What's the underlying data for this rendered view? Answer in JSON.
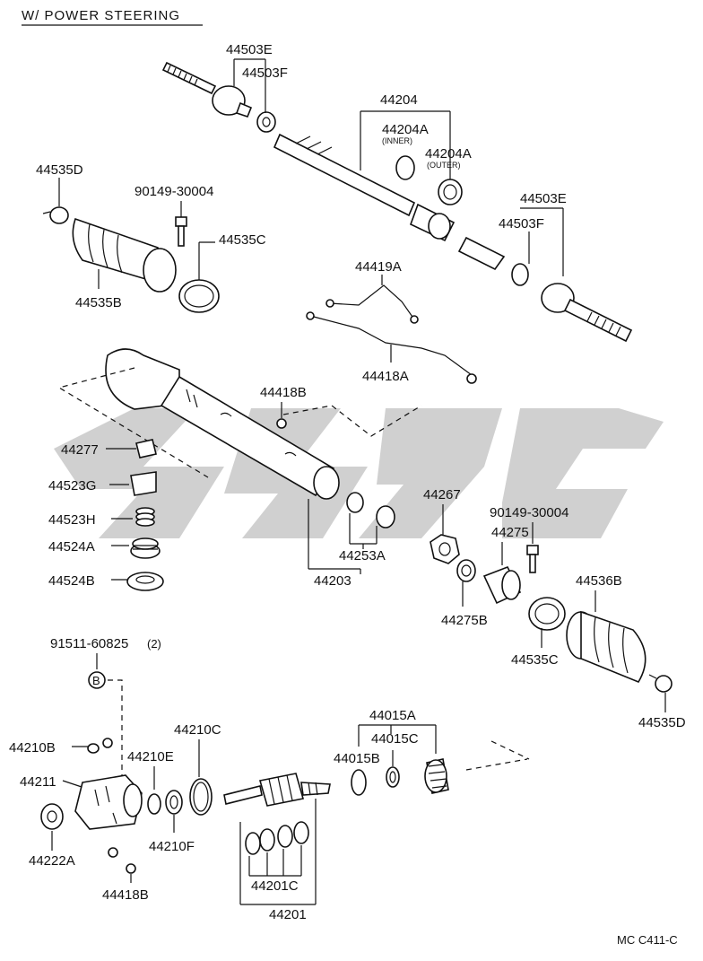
{
  "header": {
    "title": "W/ POWER STEERING"
  },
  "footer": {
    "code": "MC C411-C"
  },
  "watermark": {
    "color": "#c8c8c8"
  },
  "labels": {
    "l44503E_top": "44503E",
    "l44503F_top": "44503F",
    "l44204": "44204",
    "l44204A_inner": "44204A",
    "l_inner": "(INNER)",
    "l44204A_outer": "44204A",
    "l_outer": "(OUTER)",
    "l44535D_top": "44535D",
    "l90149_top": "90149-30004",
    "l44535C_top": "44535C",
    "l44535B": "44535B",
    "l44503E_right": "44503E",
    "l44503F_right": "44503F",
    "l44419A": "44419A",
    "l44418A": "44418A",
    "l44418B_mid": "44418B",
    "l44277": "44277",
    "l44523G": "44523G",
    "l44523H": "44523H",
    "l44524A": "44524A",
    "l44524B": "44524B",
    "l44253A": "44253A",
    "l44203": "44203",
    "l44267": "44267",
    "l90149_right": "90149-30004",
    "l44275": "44275",
    "l44536B": "44536B",
    "l44275B": "44275B",
    "l44535C_right": "44535C",
    "l44535D_right": "44535D",
    "l91511": "91511-60825",
    "l91511_qty": "(2)",
    "l_B": "B",
    "l44210B": "44210B",
    "l44211": "44211",
    "l44210E": "44210E",
    "l44210C": "44210C",
    "l44015A": "44015A",
    "l44015B": "44015B",
    "l44015C": "44015C",
    "l44222A": "44222A",
    "l44210F": "44210F",
    "l44418B_bottom": "44418B",
    "l44201C": "44201C",
    "l44201": "44201"
  }
}
